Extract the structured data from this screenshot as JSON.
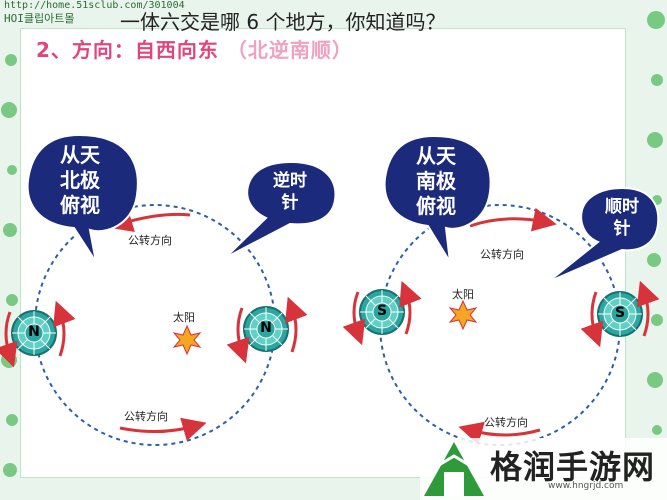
{
  "overlay_title": "一体六交是哪 6 个地方，你知道吗？",
  "site_line1": "http://home.51sclub.com/301004",
  "site_line2": "HOI클립아트몰",
  "heading": {
    "main": "2、方向：自西向东",
    "paren": "（北逆南顺）"
  },
  "left_diagram": {
    "view_bubble": [
      "从天",
      "北极",
      "俯视"
    ],
    "direction_bubble": [
      "逆时",
      "针"
    ],
    "orbit_label_top": "公转方向",
    "orbit_label_bottom": "公转方向",
    "sun_label": "太阳",
    "earth_left": "N",
    "earth_right": "N"
  },
  "right_diagram": {
    "view_bubble": [
      "从天",
      "南极",
      "俯视"
    ],
    "direction_bubble": [
      "顺时",
      "针"
    ],
    "orbit_label_top": "公转方向",
    "orbit_label_bottom": "公转方向",
    "sun_label": "太阳",
    "earth_left": "S",
    "earth_right": "S"
  },
  "logo": {
    "name": "格润手游网",
    "url": "www.hngrjd.com"
  },
  "colors": {
    "bubble": "#1b2a7a",
    "arrow": "#d6333a",
    "heading": "#e0457b",
    "earth": "#2aa7a0",
    "orbit": "#2c5fa8"
  }
}
